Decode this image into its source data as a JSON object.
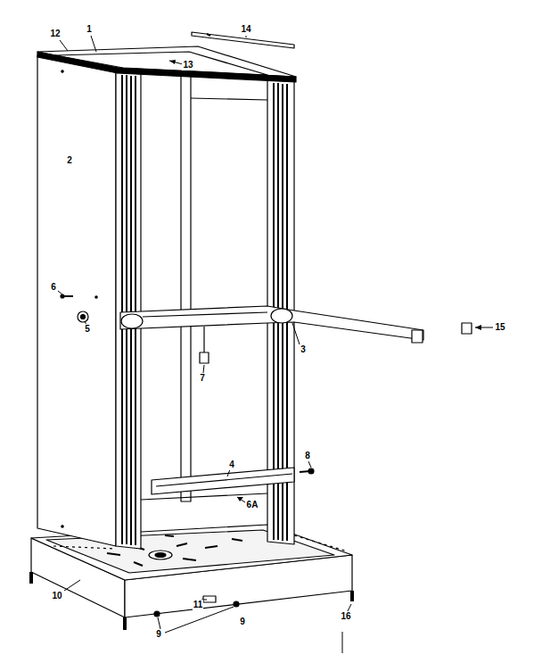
{
  "diagram": {
    "labels": [
      "12",
      "1",
      "14",
      "13",
      "2",
      "6",
      "5",
      "3",
      "15",
      "7",
      "4",
      "8",
      "6A",
      "10",
      "11",
      "9",
      "9",
      "16"
    ]
  }
}
